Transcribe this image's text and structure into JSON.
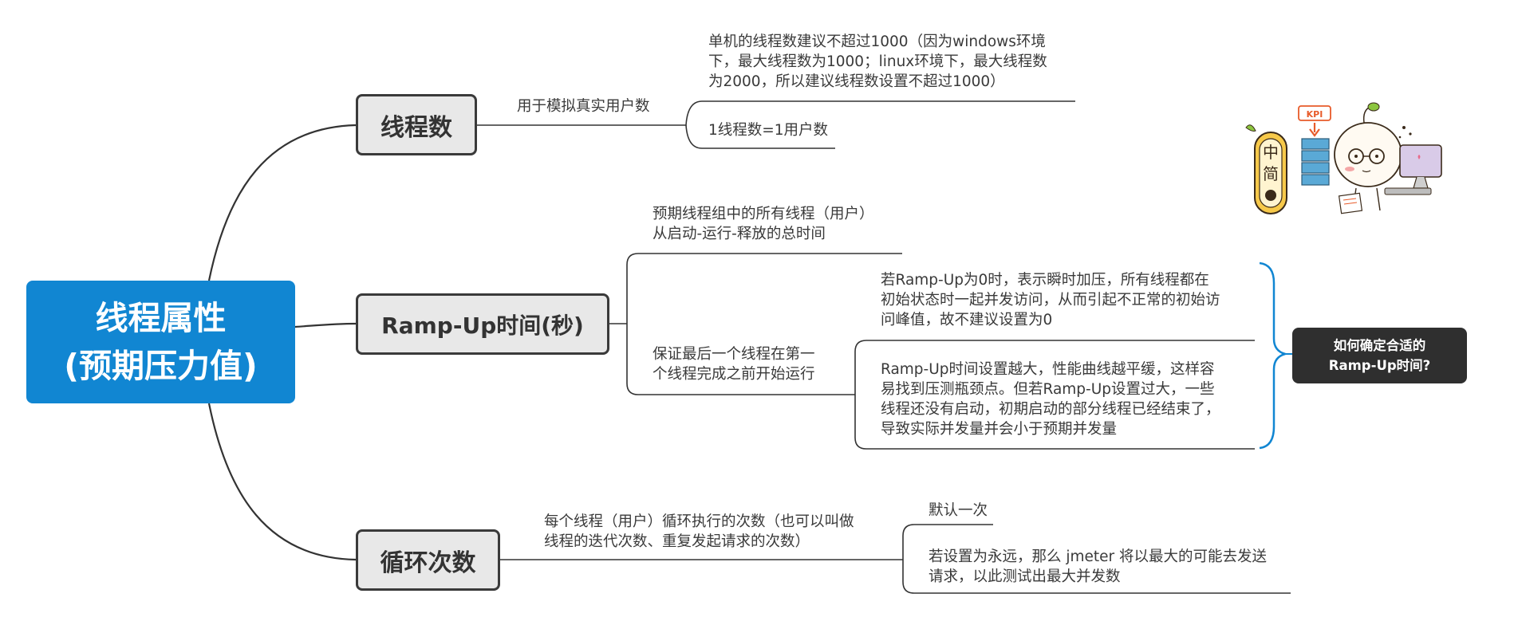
{
  "root": {
    "line1": "线程属性",
    "line2": "(预期压力值)"
  },
  "branches": {
    "threads": {
      "title": "线程数",
      "desc": "用于模拟真实用户数",
      "note1_lines": [
        "单机的线程数建议不超过1000（因为windows环境",
        "下，最大线程数为1000；linux环境下，最大线程数",
        "为2000，所以建议线程数设置不超过1000）"
      ],
      "note2": "1线程数=1用户数"
    },
    "rampup": {
      "title": "Ramp-Up时间(秒)",
      "desc1_lines": [
        "预期线程组中的所有线程（用户）",
        "从启动-运行-释放的总时间"
      ],
      "desc2_lines": [
        "保证最后一个线程在第一",
        "个线程完成之前开始运行"
      ],
      "note1_lines": [
        "若Ramp-Up为0时，表示瞬时加压，所有线程都在",
        "初始状态时一起并发访问，从而引起不正常的初始访",
        "问峰值，故不建议设置为0"
      ],
      "note2_lines": [
        "Ramp-Up时间设置越大，性能曲线越平缓，这样容",
        "易找到压测瓶颈点。但若Ramp-Up设置过大，一些",
        "线程还没有启动，初期启动的部分线程已经结束了，",
        "导致实际并发量并会小于预期并发量"
      ],
      "callout_lines": [
        "如何确定合适的",
        "Ramp-Up时间?"
      ]
    },
    "loops": {
      "title": "循环次数",
      "desc_lines": [
        "每个线程（用户）循环执行的次数（也可以叫做",
        "线程的迭代次数、重复发起请求的次数）"
      ],
      "note1": "默认一次",
      "note2_lines": [
        "若设置为永远，那么 jmeter 将以最大的可能去发送",
        "请求，以此测试出最大并发数"
      ]
    }
  },
  "illustration": {
    "badge_top": "中",
    "badge_bottom": "简",
    "kpi_label": "KPI"
  },
  "colors": {
    "root_bg": "#1186d2",
    "branch_bg": "#e8e8e8",
    "branch_border": "#3a3a3a",
    "callout_bg": "#2f2f2f",
    "bracket": "#1186d2",
    "line": "#333333"
  }
}
